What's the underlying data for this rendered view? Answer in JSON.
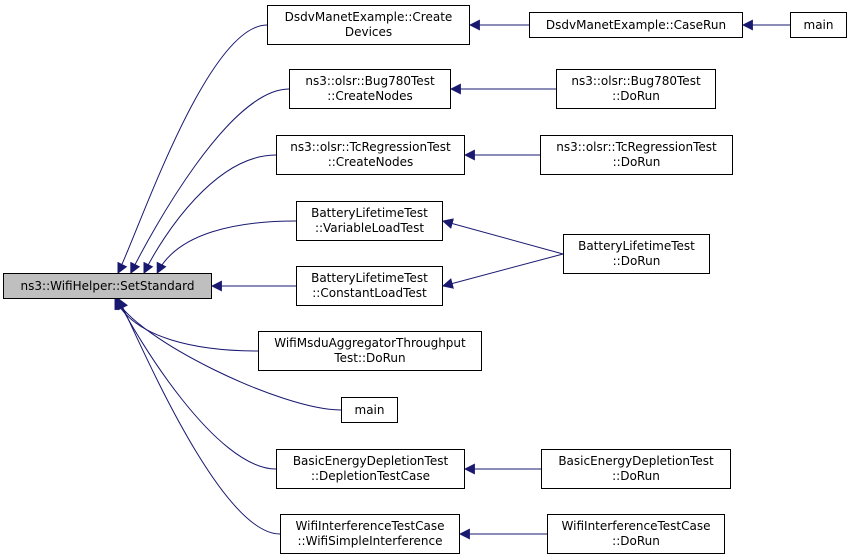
{
  "colors": {
    "edge": "#191970",
    "root_fill": "#bfbfbf",
    "node_fill": "#ffffff",
    "border": "#000000"
  },
  "nodes": {
    "root": {
      "l1": "ns3::WifiHelper::SetStandard",
      "l2": ""
    },
    "dsdv_create": {
      "l1": "DsdvManetExample::Create",
      "l2": "Devices"
    },
    "dsdv_caserun": {
      "l1": "DsdvManetExample::CaseRun",
      "l2": ""
    },
    "main_top": {
      "l1": "main",
      "l2": ""
    },
    "bug780_create": {
      "l1": "ns3::olsr::Bug780Test",
      "l2": "::CreateNodes"
    },
    "bug780_dorun": {
      "l1": "ns3::olsr::Bug780Test",
      "l2": "::DoRun"
    },
    "tcreg_create": {
      "l1": "ns3::olsr::TcRegressionTest",
      "l2": "::CreateNodes"
    },
    "tcreg_dorun": {
      "l1": "ns3::olsr::TcRegressionTest",
      "l2": "::DoRun"
    },
    "battery_variable": {
      "l1": "BatteryLifetimeTest",
      "l2": "::VariableLoadTest"
    },
    "battery_dorun": {
      "l1": "BatteryLifetimeTest",
      "l2": "::DoRun"
    },
    "battery_constant": {
      "l1": "BatteryLifetimeTest",
      "l2": "::ConstantLoadTest"
    },
    "msdu_dorun": {
      "l1": "WifiMsduAggregatorThroughput",
      "l2": "Test::DoRun"
    },
    "main_mid": {
      "l1": "main",
      "l2": ""
    },
    "energy_depletion": {
      "l1": "BasicEnergyDepletionTest",
      "l2": "::DepletionTestCase"
    },
    "energy_dorun": {
      "l1": "BasicEnergyDepletionTest",
      "l2": "::DoRun"
    },
    "interf_simple": {
      "l1": "WifiInterferenceTestCase",
      "l2": "::WifiSimpleInterference"
    },
    "interf_dorun": {
      "l1": "WifiInterferenceTestCase",
      "l2": "::DoRun"
    }
  },
  "edges": [
    {
      "from": "dsdv_create",
      "to": "root"
    },
    {
      "from": "bug780_create",
      "to": "root"
    },
    {
      "from": "tcreg_create",
      "to": "root"
    },
    {
      "from": "battery_variable",
      "to": "root"
    },
    {
      "from": "battery_constant",
      "to": "root"
    },
    {
      "from": "msdu_dorun",
      "to": "root"
    },
    {
      "from": "main_mid",
      "to": "root"
    },
    {
      "from": "energy_depletion",
      "to": "root"
    },
    {
      "from": "interf_simple",
      "to": "root"
    },
    {
      "from": "dsdv_caserun",
      "to": "dsdv_create"
    },
    {
      "from": "main_top",
      "to": "dsdv_caserun"
    },
    {
      "from": "bug780_dorun",
      "to": "bug780_create"
    },
    {
      "from": "tcreg_dorun",
      "to": "tcreg_create"
    },
    {
      "from": "battery_dorun",
      "to": "battery_variable"
    },
    {
      "from": "battery_dorun",
      "to": "battery_constant"
    },
    {
      "from": "energy_dorun",
      "to": "energy_depletion"
    },
    {
      "from": "interf_dorun",
      "to": "interf_simple"
    }
  ]
}
